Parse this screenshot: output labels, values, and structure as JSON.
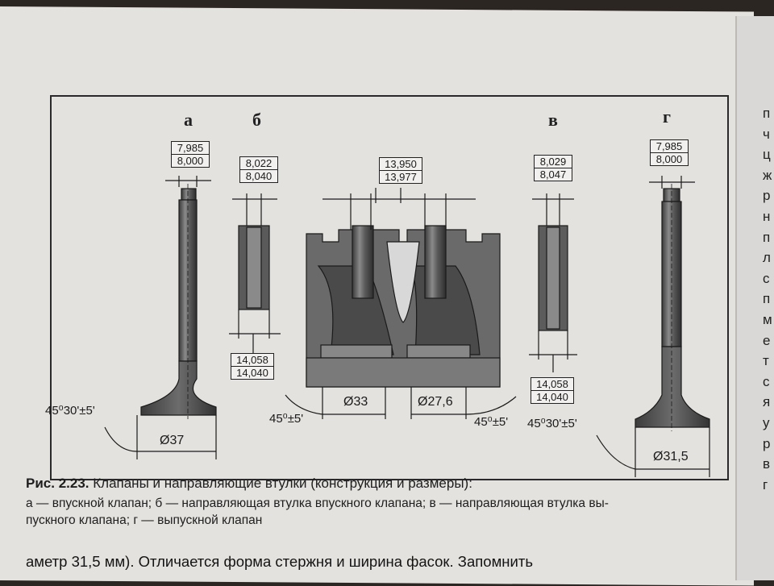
{
  "figure": {
    "letters": {
      "a": "а",
      "b": "б",
      "v": "в",
      "g": "г"
    },
    "dims": {
      "a_top": [
        "7,985",
        "8,000"
      ],
      "b_top": [
        "8,022",
        "8,040"
      ],
      "center_top": [
        "13,950",
        "13,977"
      ],
      "v_top": [
        "8,029",
        "8,047"
      ],
      "g_top": [
        "7,985",
        "8,000"
      ],
      "b_bottom": [
        "14,058",
        "14,040"
      ],
      "v_bottom": [
        "14,058",
        "14,040"
      ]
    },
    "labels": {
      "a_angle": "45⁰30'±5'",
      "a_diam": "Ø37",
      "c_angle_left": "45⁰±5'",
      "c_diam_left": "Ø33",
      "c_diam_right": "Ø27,6",
      "c_angle_right": "45⁰±5'",
      "g_angle": "45⁰30'±5'",
      "g_diam": "Ø31,5"
    }
  },
  "caption": {
    "fig_label": "Рис. 2.23.",
    "title": "Клапаны и направляющие втулки (конструкция и размеры):",
    "line1": "а — впускной клапан; б — направляющая втулка впускного клапана; в — направляющая втулка вы-",
    "line2": "пускного клапана; г — выпускной клапан"
  },
  "bottom_text": "аметр 31,5  мм). Отличается форма стержня и ширина фасок. Запомнить",
  "right_column_letters": [
    "п",
    "ч",
    "ц",
    "ж",
    "р",
    "н",
    "п",
    "л",
    "с",
    "п",
    "м",
    "е",
    "т",
    "с",
    "я",
    "у",
    "р",
    "в",
    "г"
  ]
}
